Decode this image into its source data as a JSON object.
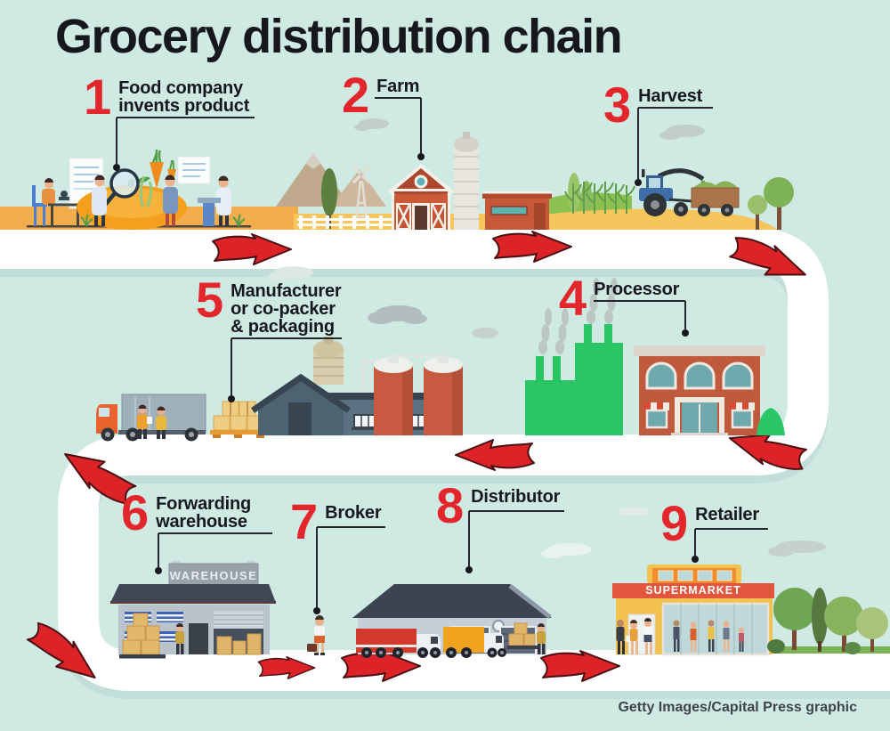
{
  "title": "Grocery distribution chain",
  "attribution": "Getty Images/Capital Press graphic",
  "steps": [
    {
      "num": "1",
      "label": "Food company\ninvents product"
    },
    {
      "num": "2",
      "label": "Farm"
    },
    {
      "num": "3",
      "label": "Harvest"
    },
    {
      "num": "4",
      "label": "Processor"
    },
    {
      "num": "5",
      "label": "Manufacturer\nor co-packer\n& packaging"
    },
    {
      "num": "6",
      "label": "Forwarding\nwarehouse"
    },
    {
      "num": "7",
      "label": "Broker"
    },
    {
      "num": "8",
      "label": "Distributor"
    },
    {
      "num": "9",
      "label": "Retailer"
    }
  ],
  "signs": {
    "warehouse": "WAREHOUSE",
    "supermarket": "SUPERMARKET"
  },
  "colors": {
    "background": "#cfeae3",
    "road": "#ffffff",
    "road_shadow": "#c2ded8",
    "accent_red": "#e3262c",
    "arrow_red": "#dc2327",
    "text": "#17181c",
    "factory_green": "#2bc566",
    "brick_red": "#c05a3d",
    "barn_red": "#cb5a37",
    "supermarket_yellow": "#f3c14d",
    "supermarket_sign_red": "#e2563e"
  }
}
